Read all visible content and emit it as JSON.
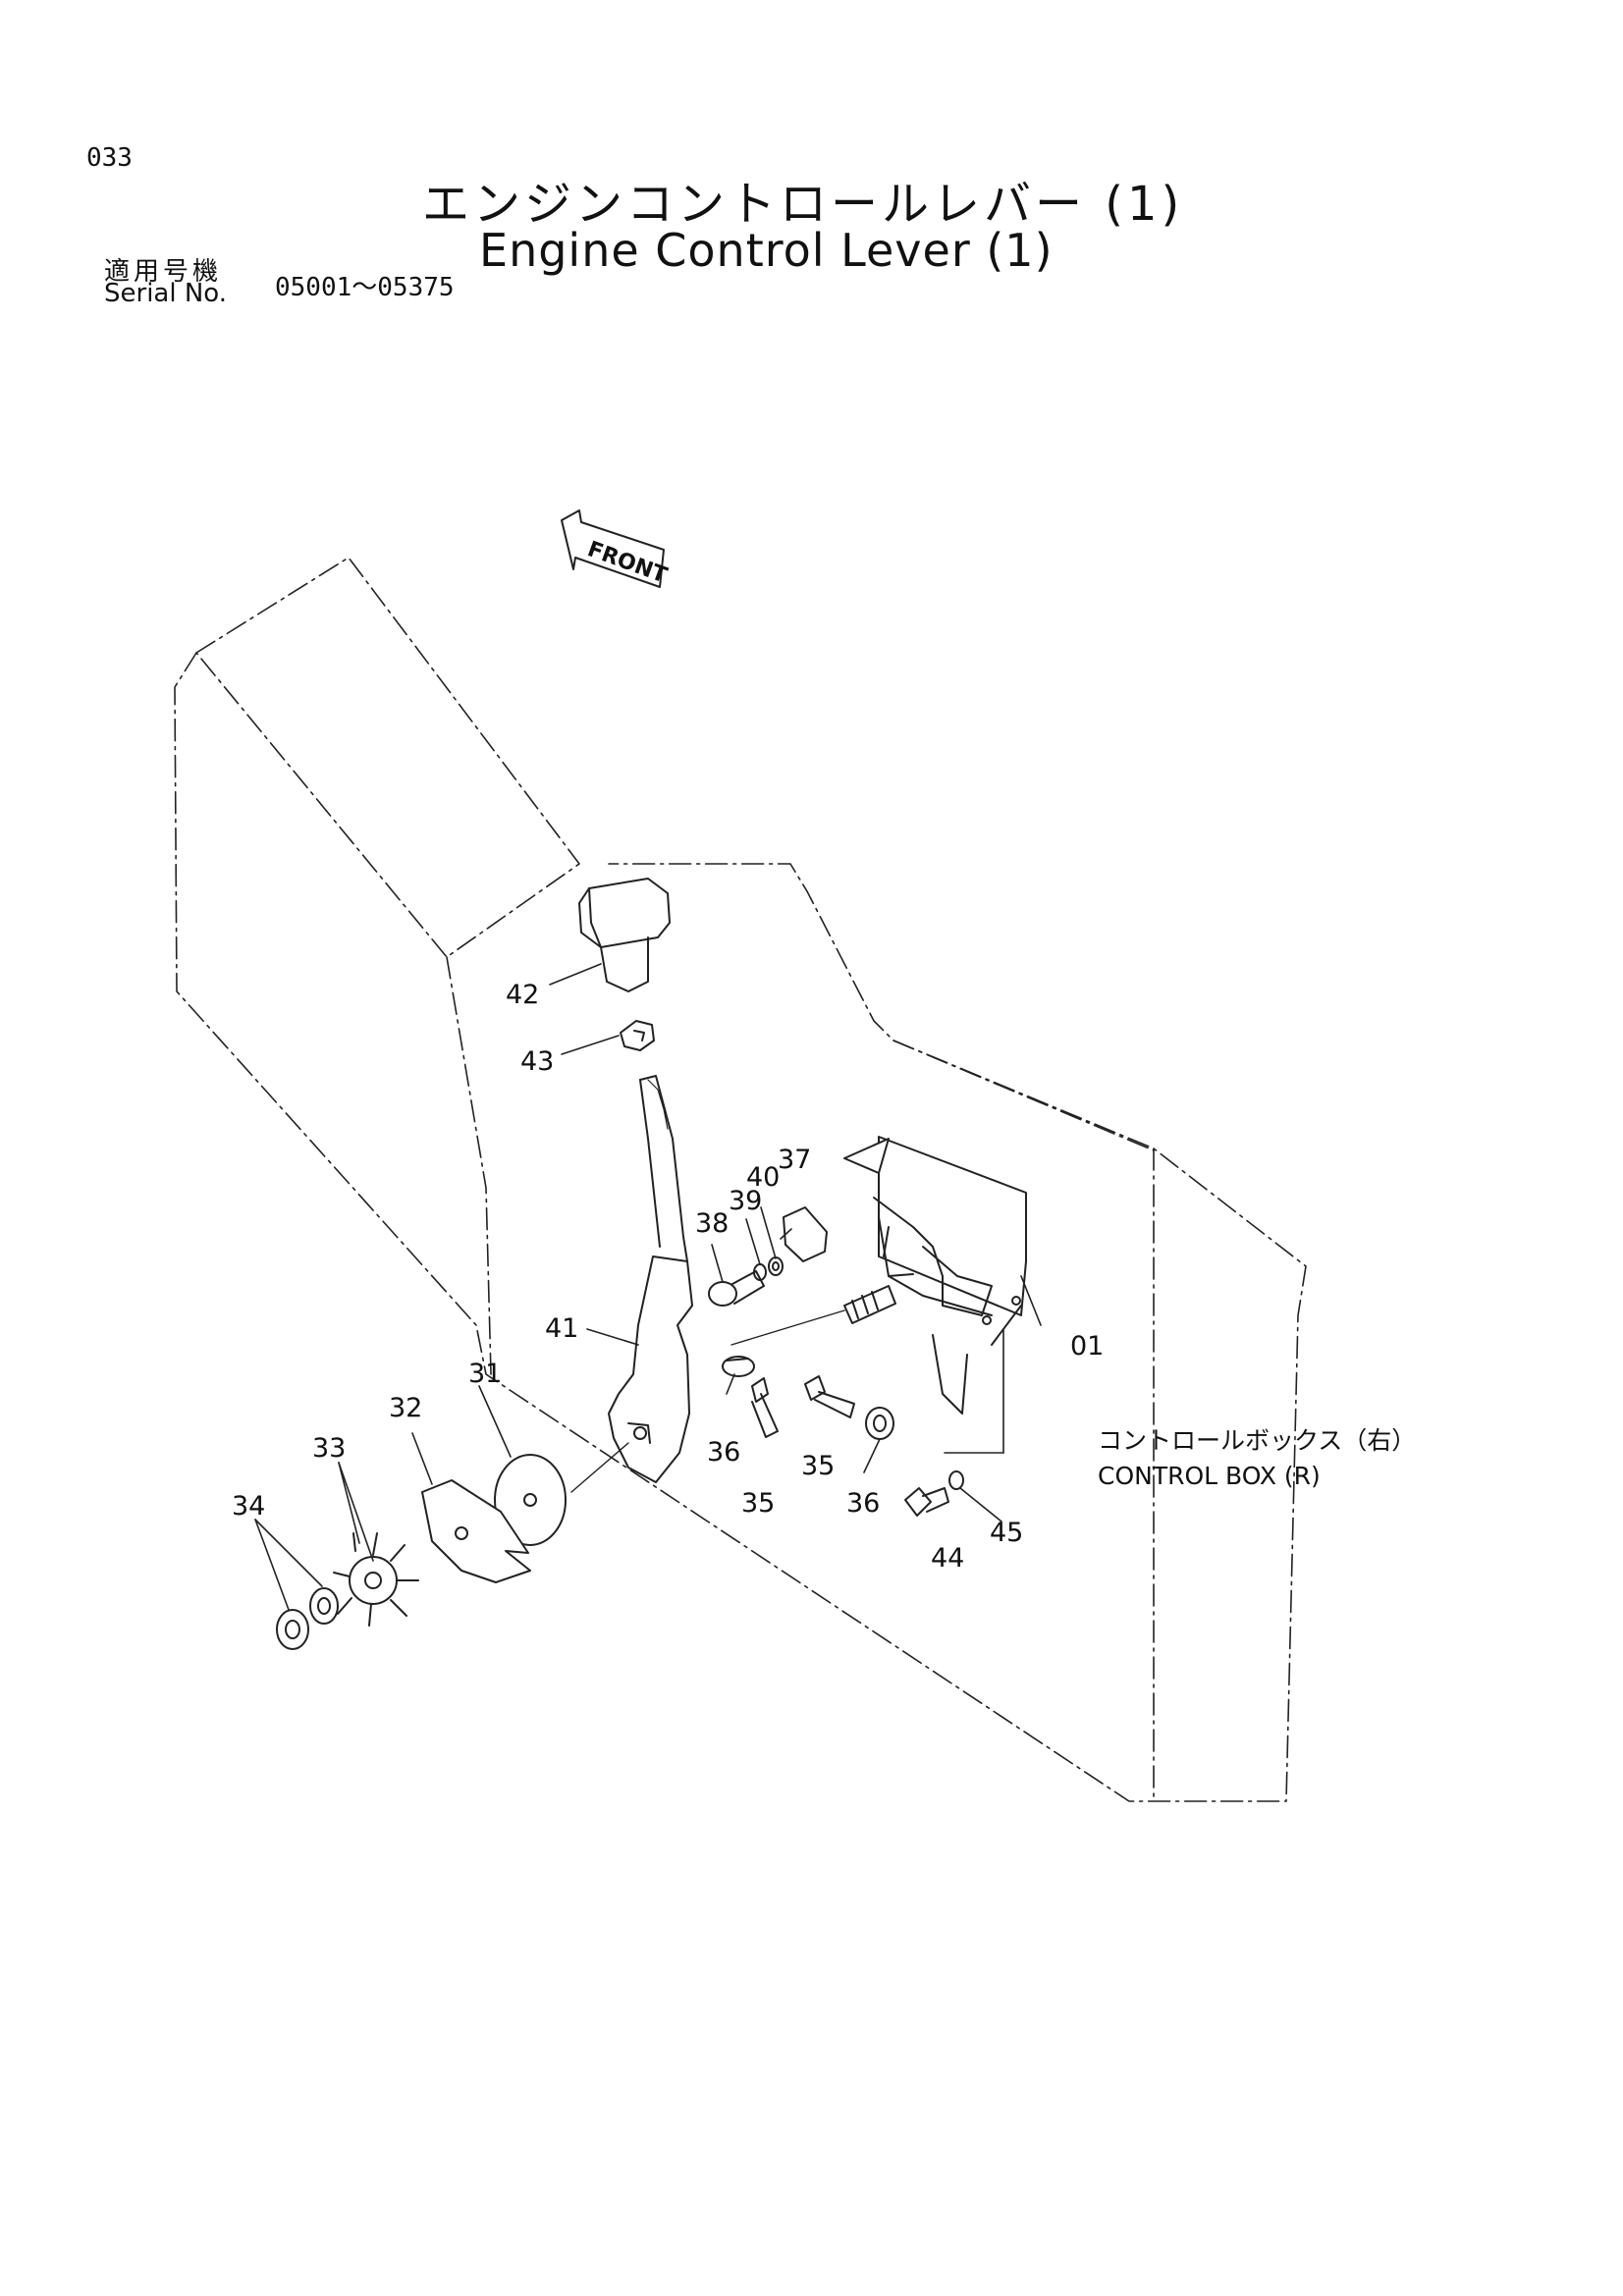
{
  "header": {
    "page_number": "033",
    "title_jp": "エンジンコントロールレバー (1)",
    "title_en": "Engine Control Lever (1)",
    "serial_label_jp": "適用号機",
    "serial_label_en": "Serial No.",
    "serial_range": "05001～05375"
  },
  "diagram": {
    "direction_label": "FRONT",
    "assembly_label_jp": "コントロールボックス（右）",
    "assembly_label_en": "CONTROL BOX (R)",
    "callouts": {
      "c01": "01",
      "c31": "31",
      "c32": "32",
      "c33": "33",
      "c34": "34",
      "c35a": "35",
      "c35b": "35",
      "c36a": "36",
      "c36b": "36",
      "c37": "37",
      "c38": "38",
      "c39": "39",
      "c40": "40",
      "c41": "41",
      "c42": "42",
      "c43": "43",
      "c44": "44",
      "c45": "45"
    }
  }
}
